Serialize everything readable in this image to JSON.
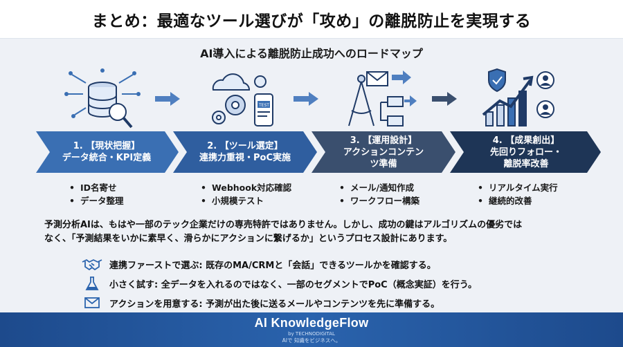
{
  "title": "まとめ：最適なツール選びが「攻め」の離脱防止を実現する",
  "subtitle": "AI導入による離脱防止成功へのロードマップ",
  "steps": [
    {
      "line1": "1. 【現状把握】",
      "line2": "データ統合・KPI定義",
      "line3": "",
      "bullets": [
        "ID名寄せ",
        "データ整理"
      ],
      "icon": "database-search-icon"
    },
    {
      "line1": "2. 【ツール選定】",
      "line2": "連携力重視・PoC実施",
      "line3": "",
      "bullets": [
        "Webhook対応確認",
        "小規模テスト"
      ],
      "icon": "cloud-gears-icon"
    },
    {
      "line1": "3. 【運用設計】",
      "line2": "アクションコンテン",
      "line3": "ツ準備",
      "bullets": [
        "メール/通知作成",
        "ワークフロー構築"
      ],
      "icon": "compass-workflow-icon"
    },
    {
      "line1": "4. 【成果創出】",
      "line2": "先回りフォロー・",
      "line3": "離脱率改善",
      "bullets": [
        "リアルタイム実行",
        "継続的改善"
      ],
      "icon": "growth-chart-icon"
    }
  ],
  "body": {
    "line1": "予測分析AIは、もはや一部のテック企業だけの専売特許ではありません。しかし、成功の鍵はアルゴリズムの優劣では",
    "line2": "なく、「予測結果をいかに素早く、滑らかにアクションに繋げるか」というプロセス設計にあります。"
  },
  "points": [
    {
      "icon": "handshake-icon",
      "text": "連携ファーストで選ぶ: 既存のMA/CRMと「会話」できるツールかを確認する。"
    },
    {
      "icon": "flask-icon",
      "text": "小さく試す: 全データを入れるのではなく、一部のセグメントでPoC（概念実証）を行う。"
    },
    {
      "icon": "envelope-icon",
      "text": "アクションを用意する: 予測が出た後に送るメールやコンテンツを先に準備する。"
    }
  ],
  "footer": {
    "brand": "AI KnowledgeFlow",
    "by": "by TECHNODIGITAL",
    "tagline": "AIで 知識をビジネスへ。"
  },
  "colors": {
    "step1": "#3a6fb3",
    "step2": "#2f5e9f",
    "step3": "#3a4f6e",
    "step4": "#1e3556",
    "accent": "#2a63ad"
  }
}
